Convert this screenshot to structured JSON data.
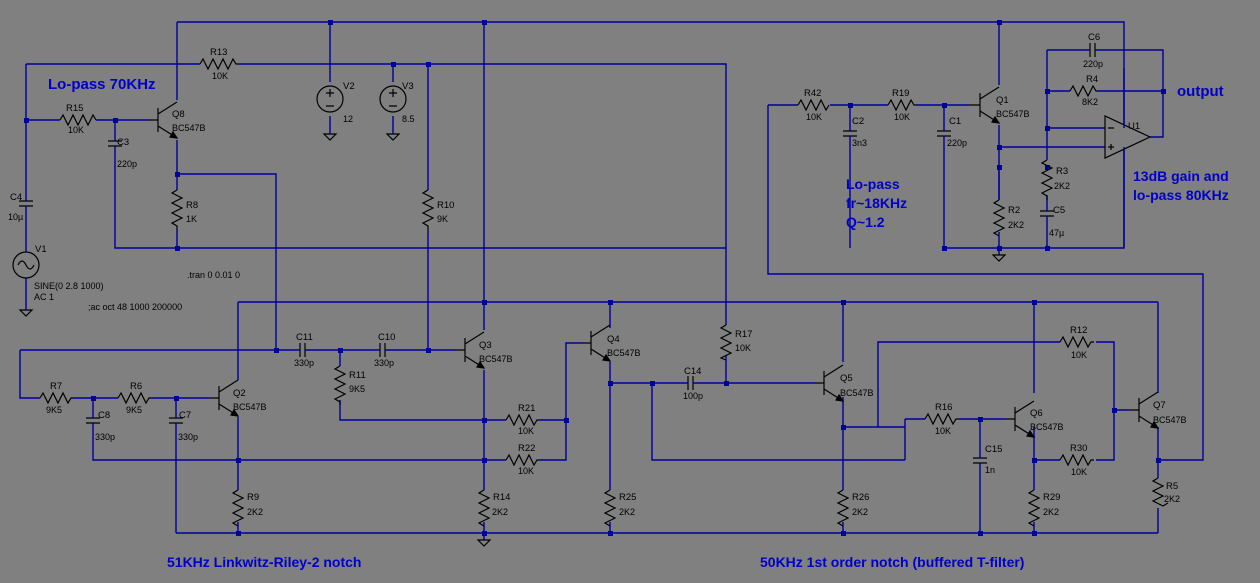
{
  "annotations": {
    "lopass70": "Lo-pass 70KHz",
    "output": "output",
    "gain1": "13dB gain and",
    "gain2": "lo-pass 80KHz",
    "lp18_1": "Lo-pass",
    "lp18_2": "fr~18KHz",
    "lp18_3": "Q~1.2",
    "lr_notch": "51KHz Linkwitz-Riley-2 notch",
    "first_notch": "50KHz 1st order notch (buffered T-filter)"
  },
  "directives": {
    "tran": ".tran 0 0.01 0",
    "ac": ";ac oct 48 1000 200000"
  },
  "sources": {
    "v1_name": "V1",
    "v1_value": "SINE(0 2.8 1000)",
    "v1_ac": "AC 1",
    "v2_name": "V2",
    "v2_value": "12",
    "v3_name": "V3",
    "v3_value": "8.5"
  },
  "opamp": {
    "name": "U1"
  },
  "transistors": [
    {
      "name": "Q1",
      "model": "BC547B"
    },
    {
      "name": "Q2",
      "model": "BC547B"
    },
    {
      "name": "Q3",
      "model": "BC547B"
    },
    {
      "name": "Q4",
      "model": "BC547B"
    },
    {
      "name": "Q5",
      "model": "BC547B"
    },
    {
      "name": "Q6",
      "model": "BC547B"
    },
    {
      "name": "Q7",
      "model": "BC547B"
    },
    {
      "name": "Q8",
      "model": "BC547B"
    }
  ],
  "resistors": [
    {
      "name": "R13",
      "value": "10K"
    },
    {
      "name": "R15",
      "value": "10K"
    },
    {
      "name": "R8",
      "value": "1K"
    },
    {
      "name": "R10",
      "value": "9K"
    },
    {
      "name": "R42",
      "value": "10K"
    },
    {
      "name": "R19",
      "value": "10K"
    },
    {
      "name": "R2",
      "value": "2K2"
    },
    {
      "name": "R4",
      "value": "8K2"
    },
    {
      "name": "R3",
      "value": "2K2"
    },
    {
      "name": "R7",
      "value": "9K5"
    },
    {
      "name": "R6",
      "value": "9K5"
    },
    {
      "name": "R11",
      "value": "9K5"
    },
    {
      "name": "R9",
      "value": "2K2"
    },
    {
      "name": "R21",
      "value": "10K"
    },
    {
      "name": "R22",
      "value": "10K"
    },
    {
      "name": "R14",
      "value": "2K2"
    },
    {
      "name": "R25",
      "value": "2K2"
    },
    {
      "name": "R17",
      "value": "10K"
    },
    {
      "name": "R26",
      "value": "2K2"
    },
    {
      "name": "R16",
      "value": "10K"
    },
    {
      "name": "R12",
      "value": "10K"
    },
    {
      "name": "R30",
      "value": "10K"
    },
    {
      "name": "R29",
      "value": "2K2"
    },
    {
      "name": "R5",
      "value": "2K2"
    }
  ],
  "capacitors": [
    {
      "name": "C4",
      "value": "10µ"
    },
    {
      "name": "C3",
      "value": "220p"
    },
    {
      "name": "C2",
      "value": "3n3"
    },
    {
      "name": "C1",
      "value": "220p"
    },
    {
      "name": "C6",
      "value": "220p"
    },
    {
      "name": "C5",
      "value": "47µ"
    },
    {
      "name": "C11",
      "value": "330p"
    },
    {
      "name": "C10",
      "value": "330p"
    },
    {
      "name": "C8",
      "value": "330p"
    },
    {
      "name": "C7",
      "value": "330p"
    },
    {
      "name": "C14",
      "value": "100p"
    },
    {
      "name": "C15",
      "value": "1n"
    }
  ]
}
